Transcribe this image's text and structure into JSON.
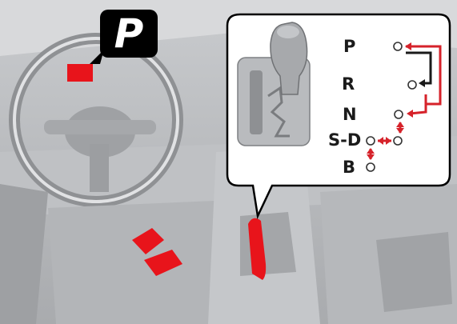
{
  "indicator": {
    "label": "P",
    "color": "#000000"
  },
  "callout": {
    "gates": [
      "P",
      "R",
      "N",
      "S-D",
      "B"
    ]
  },
  "colors": {
    "highlight": "#e8141b",
    "arrow_red": "#d6222a",
    "arrow_black": "#1a1a1a",
    "background_gray": "#b9bbbe"
  }
}
